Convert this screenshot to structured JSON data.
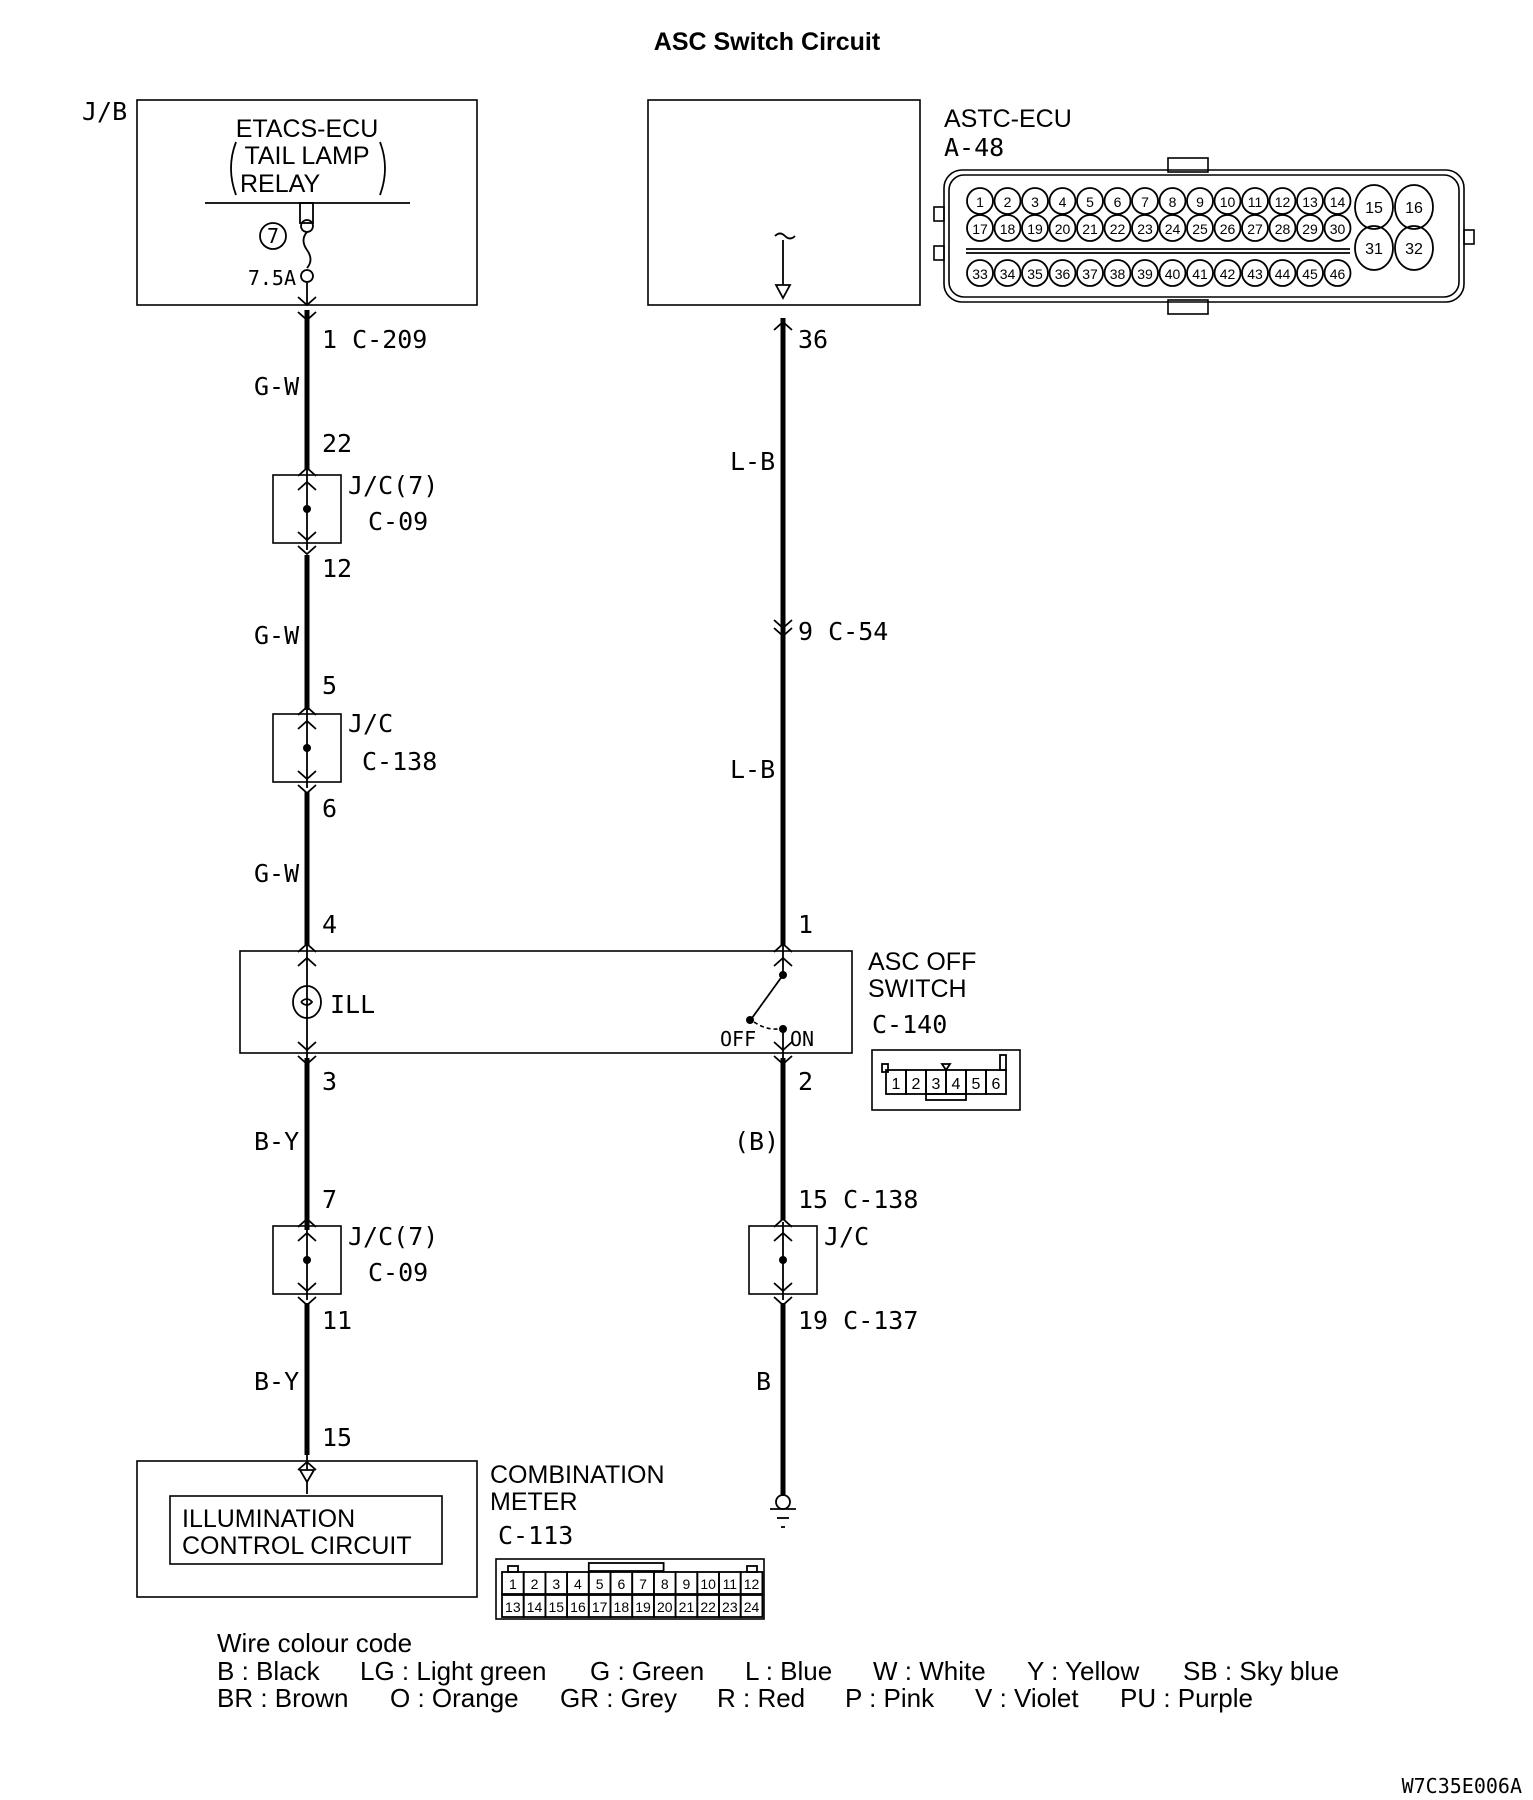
{
  "title": "ASC Switch Circuit",
  "figure_id": "W7C35E006A",
  "components": {
    "jb": {
      "label": "J/B",
      "name_lines": [
        "ETACS-ECU",
        "TAIL LAMP",
        "RELAY"
      ],
      "fuse_number": "7",
      "fuse_rating": "7.5A"
    },
    "astc_ecu": {
      "name": "ASTC-ECU",
      "connector": "A-48",
      "pins_row1": [
        "1",
        "2",
        "3",
        "4",
        "5",
        "6",
        "7",
        "8",
        "9",
        "10",
        "11",
        "12",
        "13",
        "14"
      ],
      "pins_row2": [
        "17",
        "18",
        "19",
        "20",
        "21",
        "22",
        "23",
        "24",
        "25",
        "26",
        "27",
        "28",
        "29",
        "30"
      ],
      "pins_row3": [
        "33",
        "34",
        "35",
        "36",
        "37",
        "38",
        "39",
        "40",
        "41",
        "42",
        "43",
        "44",
        "45",
        "46"
      ],
      "pins_large": [
        "15",
        "16",
        "31",
        "32"
      ]
    },
    "asc_off_switch": {
      "name_lines": [
        "ASC OFF",
        "SWITCH"
      ],
      "connector": "C-140",
      "lamp_label": "ILL",
      "off_label": "OFF",
      "on_label": "ON",
      "pins": [
        "1",
        "2",
        "3",
        "4",
        "5",
        "6"
      ]
    },
    "combination_meter": {
      "name_lines": [
        "COMBINATION",
        "METER"
      ],
      "connector": "C-113",
      "inner_lines": [
        "ILLUMINATION",
        "CONTROL CIRCUIT"
      ],
      "pins_row1": [
        "1",
        "2",
        "3",
        "4",
        "5",
        "6",
        "7",
        "8",
        "9",
        "10",
        "11",
        "12"
      ],
      "pins_row2": [
        "13",
        "14",
        "15",
        "16",
        "17",
        "18",
        "19",
        "20",
        "21",
        "22",
        "23",
        "24"
      ]
    }
  },
  "left_circuit": {
    "pin_c209": "1  C-209",
    "wire1": "G-W",
    "pin_22": "22",
    "jc1_label": "J/C(7)",
    "jc1_conn": "C-09",
    "pin_12": "12",
    "wire2": "G-W",
    "pin_5": "5",
    "jc2_label": "J/C",
    "jc2_conn": "C-138",
    "pin_6": "6",
    "wire3": "G-W",
    "pin_4": "4",
    "pin_3": "3",
    "wire4": "B-Y",
    "pin_7": "7",
    "jc3_label": "J/C(7)",
    "jc3_conn": "C-09",
    "pin_11": "11",
    "wire5": "B-Y",
    "pin_15": "15"
  },
  "right_circuit": {
    "pin_36": "36",
    "wire1": "L-B",
    "pin_c54": "9  C-54",
    "wire2": "L-B",
    "pin_1": "1",
    "pin_2": "2",
    "wire3": "(B)",
    "pin_c138": "15  C-138",
    "jc_label": "J/C",
    "pin_c137": "19  C-137",
    "wire4": "B"
  },
  "legend": {
    "heading": "Wire colour code",
    "row1": [
      {
        "code": "B",
        "color": "Black"
      },
      {
        "code": "LG",
        "color": "Light green"
      },
      {
        "code": "G",
        "color": "Green"
      },
      {
        "code": "L",
        "color": "Blue"
      },
      {
        "code": "W",
        "color": "White"
      },
      {
        "code": "Y",
        "color": "Yellow"
      },
      {
        "code": "SB",
        "color": "Sky blue"
      }
    ],
    "row2": [
      {
        "code": "BR",
        "color": "Brown"
      },
      {
        "code": "O",
        "color": "Orange"
      },
      {
        "code": "GR",
        "color": "Grey"
      },
      {
        "code": "R",
        "color": "Red"
      },
      {
        "code": "P",
        "color": "Pink"
      },
      {
        "code": "V",
        "color": "Violet"
      },
      {
        "code": "PU",
        "color": "Purple"
      }
    ]
  }
}
